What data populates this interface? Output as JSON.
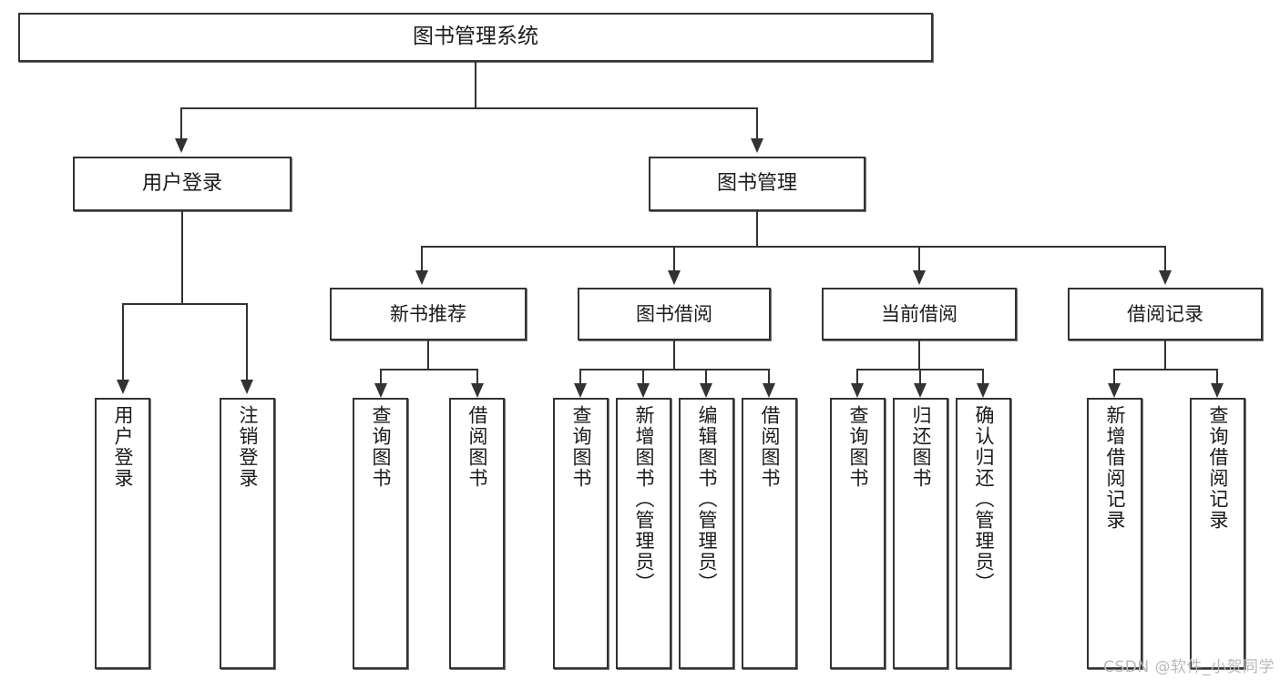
{
  "diagram": {
    "title": "图书管理系统",
    "watermark": "CSDN @软件_小贺同学",
    "root": {
      "label": "图书管理系统"
    },
    "level1": [
      {
        "label": "用户登录"
      },
      {
        "label": "图书管理"
      }
    ],
    "level2": [
      {
        "label": "新书推荐"
      },
      {
        "label": "图书借阅"
      },
      {
        "label": "当前借阅"
      },
      {
        "label": "借阅记录"
      }
    ],
    "leaves": [
      {
        "label": "用户登录"
      },
      {
        "label": "注销登录"
      },
      {
        "label": "查询图书"
      },
      {
        "label": "借阅图书"
      },
      {
        "label": "查询图书"
      },
      {
        "label": "新增图书（管理员）"
      },
      {
        "label": "编辑图书（管理员）"
      },
      {
        "label": "借阅图书"
      },
      {
        "label": "查询图书"
      },
      {
        "label": "归还图书"
      },
      {
        "label": "确认归还（管理员）"
      },
      {
        "label": "新增借阅记录"
      },
      {
        "label": "查询借阅记录"
      }
    ],
    "colors": {
      "stroke": "#333333",
      "background": "#ffffff",
      "text": "#1a1a1a",
      "watermark": "#b9b9b9"
    }
  }
}
